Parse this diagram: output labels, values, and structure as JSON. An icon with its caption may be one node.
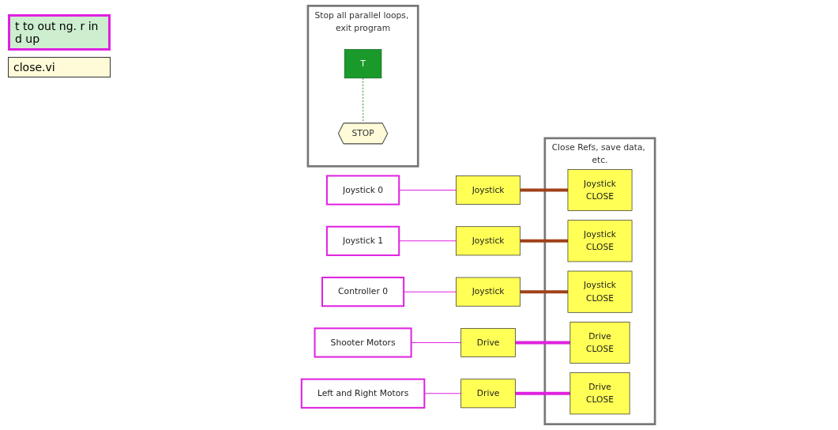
{
  "diagram": {
    "nodes": [
      {
        "text": [
          "Joystick 0"
        ]
      },
      {
        "text": [
          "Joystick 1"
        ]
      },
      {
        "text": [
          "Controller 0"
        ]
      },
      {
        "text": [
          "Shooter Motors"
        ]
      },
      {
        "text": [
          "Left and Right Motors"
        ]
      },
      {
        "text": [
          "Joystick"
        ]
      },
      {
        "text": [
          "Joystick"
        ]
      },
      {
        "text": [
          "Joystick"
        ]
      },
      {
        "text": [
          "Drive"
        ]
      },
      {
        "text": [
          "Drive"
        ]
      },
      {
        "text": [
          "Close Refs, save data, etc."
        ]
      },
      {
        "text": [
          "Joystick",
          "CLOSE"
        ],
        "in": 10
      },
      {
        "text": [
          "Joystick",
          "CLOSE"
        ],
        "in": 10
      },
      {
        "text": [
          "Joystick",
          "CLOSE"
        ],
        "in": 10
      },
      {
        "text": [
          "Drive",
          "CLOSE"
        ],
        "in": 10
      },
      {
        "text": [
          "Drive",
          "CLOSE"
        ],
        "in": 10
      },
      {
        "text": [
          "Stop all parallel loops, exit program"
        ]
      },
      {
        "text": [
          "T"
        ],
        "in": 16
      },
      {
        "text": [
          "STOP"
        ],
        "in": 16
      }
    ],
    "edges": [
      {
        "from": 0,
        "to": 5,
        "arrow": "none"
      },
      {
        "from": 1,
        "to": 6,
        "arrow": "none"
      },
      {
        "from": 2,
        "to": 7,
        "arrow": "none"
      },
      {
        "from": 3,
        "to": 8,
        "arrow": "none"
      },
      {
        "from": 4,
        "to": 9,
        "arrow": "none"
      },
      {
        "from": 5,
        "to": 11,
        "arrow": "none",
        "style": "thick",
        "color": "#a0411a"
      },
      {
        "from": 6,
        "to": 12,
        "arrow": "none",
        "style": "thick",
        "color": "#a0411a"
      },
      {
        "from": 7,
        "to": 13,
        "arrow": "none",
        "style": "thick",
        "color": "#a0411a"
      },
      {
        "from": 8,
        "to": 14,
        "arrow": "none",
        "style": "thick"
      },
      {
        "from": 9,
        "to": 15,
        "arrow": "none",
        "style": "thick"
      },
      {
        "from": 17,
        "to": 18,
        "arrow": "none",
        "style": "dashed",
        "color": "#2e8b2e"
      }
    ],
    "labels": [
      "t to out ng. r in d up",
      "close.vi"
    ]
  }
}
